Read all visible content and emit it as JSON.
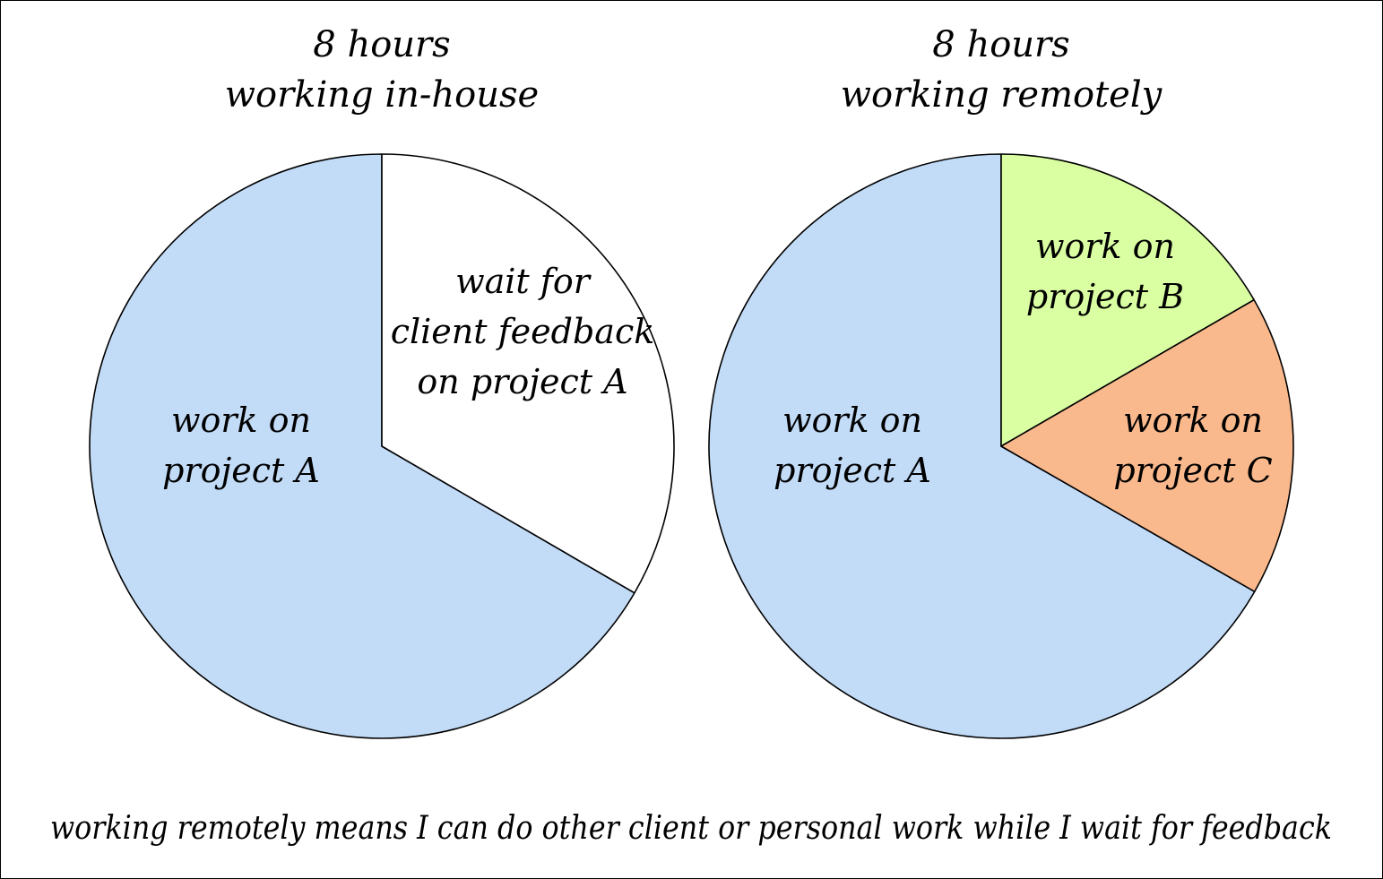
{
  "chart_data": [
    {
      "type": "pie",
      "title": [
        "8 hours",
        "working in-house"
      ],
      "slices": [
        {
          "label": [
            "work on",
            "project A"
          ],
          "value": 5.33,
          "color": "#c2dbf7"
        },
        {
          "label": [
            "wait for",
            "client feedback",
            "on project A"
          ],
          "value": 2.67,
          "color": "#ffffff"
        }
      ]
    },
    {
      "type": "pie",
      "title": [
        "8 hours",
        "working remotely"
      ],
      "slices": [
        {
          "label": [
            "work on",
            "project A"
          ],
          "value": 5.33,
          "color": "#c2dbf7"
        },
        {
          "label": [
            "work on",
            "project B"
          ],
          "value": 1.33,
          "color": "#daffa2"
        },
        {
          "label": [
            "work on",
            "project C"
          ],
          "value": 1.33,
          "color": "#fab98d"
        }
      ]
    }
  ],
  "caption": "working remotely means I can do other client or personal work while I wait for feedback"
}
